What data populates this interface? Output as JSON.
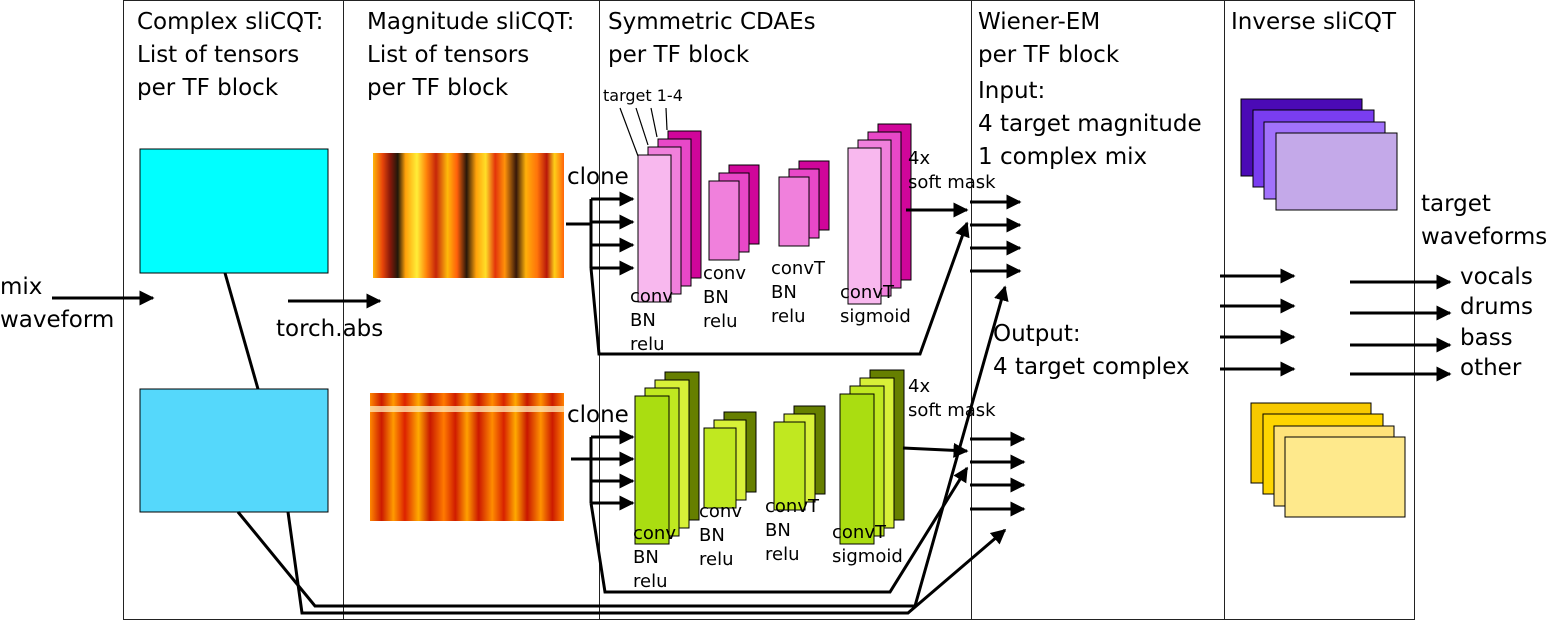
{
  "columns": [
    {
      "title": [
        "Complex sliCQT:",
        "List of tensors",
        "per TF block"
      ]
    },
    {
      "title": [
        "Magnitude sliCQT:",
        "List of tensors",
        "per TF block"
      ]
    },
    {
      "title": [
        "Symmetric CDAEs",
        "per TF block"
      ]
    },
    {
      "title": [
        "Wiener-EM",
        "per TF block"
      ]
    },
    {
      "title": [
        "Inverse sliCQT"
      ]
    }
  ],
  "input": {
    "line1": "mix",
    "line2": "waveform"
  },
  "torch_abs": "torch.abs",
  "clone": "clone",
  "target_label": "target 1-4",
  "layers": [
    {
      "l1": "conv",
      "l2": "BN",
      "l3": "relu"
    },
    {
      "l1": "conv",
      "l2": "BN",
      "l3": "relu"
    },
    {
      "l1": "convT",
      "l2": "BN",
      "l3": "relu"
    },
    {
      "l1": "convT",
      "l2": "sigmoid",
      "l3": ""
    }
  ],
  "soft_mask": {
    "l1": "4x",
    "l2": "soft mask"
  },
  "wiener_input": {
    "title": "Input:",
    "l1": "4 target magnitude",
    "l2": "1 complex mix"
  },
  "wiener_output": {
    "title": "Output:",
    "l1": "4 target complex"
  },
  "target_waveforms": {
    "l1": "target",
    "l2": "waveforms"
  },
  "targets": [
    "vocals",
    "drums",
    "bass",
    "other"
  ],
  "colors": {
    "complex_block_1": "#00ffff",
    "complex_block_2": "#55d8fb",
    "pink_shades": [
      "#f8b8ee",
      "#f080dc",
      "#e848c8",
      "#d0069a"
    ],
    "green_shades": [
      "#aadd11",
      "#c0e820",
      "#d8f038",
      "#667f00"
    ],
    "purple_shades": [
      "#4b0ab6",
      "#7a3df0",
      "#a272fb",
      "#c4a9e9"
    ],
    "yellow_shades": [
      "#f7c900",
      "#fed500",
      "#fee27a",
      "#fee98c"
    ]
  }
}
